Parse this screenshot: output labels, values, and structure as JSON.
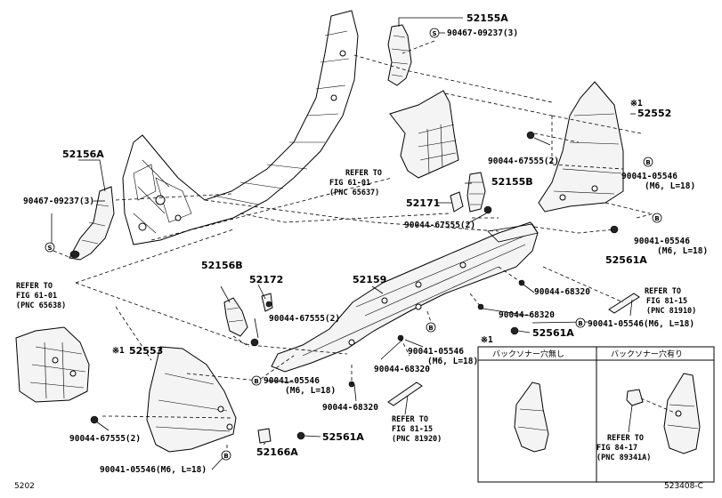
{
  "labels": {
    "p52155A": "52155A",
    "p90467_top": "90467-09237(3)",
    "p52552": "52552",
    "note_x1_top": "※1",
    "p90044_top": "90044-67555(2)",
    "p90041_r1a": "90041-05546",
    "p90041_r1b": "(M6, L=18)",
    "p90041_r2a": "90041-05546",
    "p90041_r2b": "(M6, L=18)",
    "p52561A_right": "52561A",
    "p52156A": "52156A",
    "p90467_left": "90467-09237(3)",
    "ref1_a": "REFER TO",
    "ref1_b": "FIG 61-01",
    "ref1_c": "(PNC 65637)",
    "p52155B": "52155B",
    "p52171": "52171",
    "p90044_mid": "90044-67555(2)",
    "ref2_a": "REFER TO",
    "ref2_b": "FIG 61-01",
    "ref2_c": "(PNC 65638)",
    "p52156B": "52156B",
    "p52172": "52172",
    "p52159": "52159",
    "p90044_68320_a": "90044-68320",
    "ref3_a": "REFER TO",
    "ref3_b": "FIG 81-15",
    "ref3_c": "(PNC 81910)",
    "p90044_67555_c": "90044-67555(2)",
    "p90044_68320_b": "90044-68320",
    "p90041_r3": "90041-05546(M6, L=18)",
    "p52561A_mid": "52561A",
    "p90041_c_a": "90041-05546",
    "p90041_c_b": "(M6, L=18)",
    "p90044_68320_c": "90044-68320",
    "note_x1_left": "※1",
    "p52553": "52553",
    "p90041_l_a": "90041-05546",
    "p90041_l_b": "(M6, L=18)",
    "p90044_68320_d": "90044-68320",
    "ref4_a": "REFER TO",
    "ref4_b": "FIG 81-15",
    "ref4_c": "(PNC 81920)",
    "p90044_67555_d": "90044-67555(2)",
    "p52561A_bottom": "52561A",
    "p52166A": "52166A",
    "p90041_bottom": "90041-05546(M6, L=18)",
    "inset_note": "※1",
    "inset_left_title": "バックソナー穴無し",
    "inset_right_title": "バックソナー穴有り",
    "ref5_a": "REFER TO",
    "ref5_b": "FIG 84-17",
    "ref5_c": "(PNC 89341A)",
    "bolt_b": "B",
    "bolt_s": "S",
    "footer_left": "5202",
    "footer_right": "523408-C"
  }
}
